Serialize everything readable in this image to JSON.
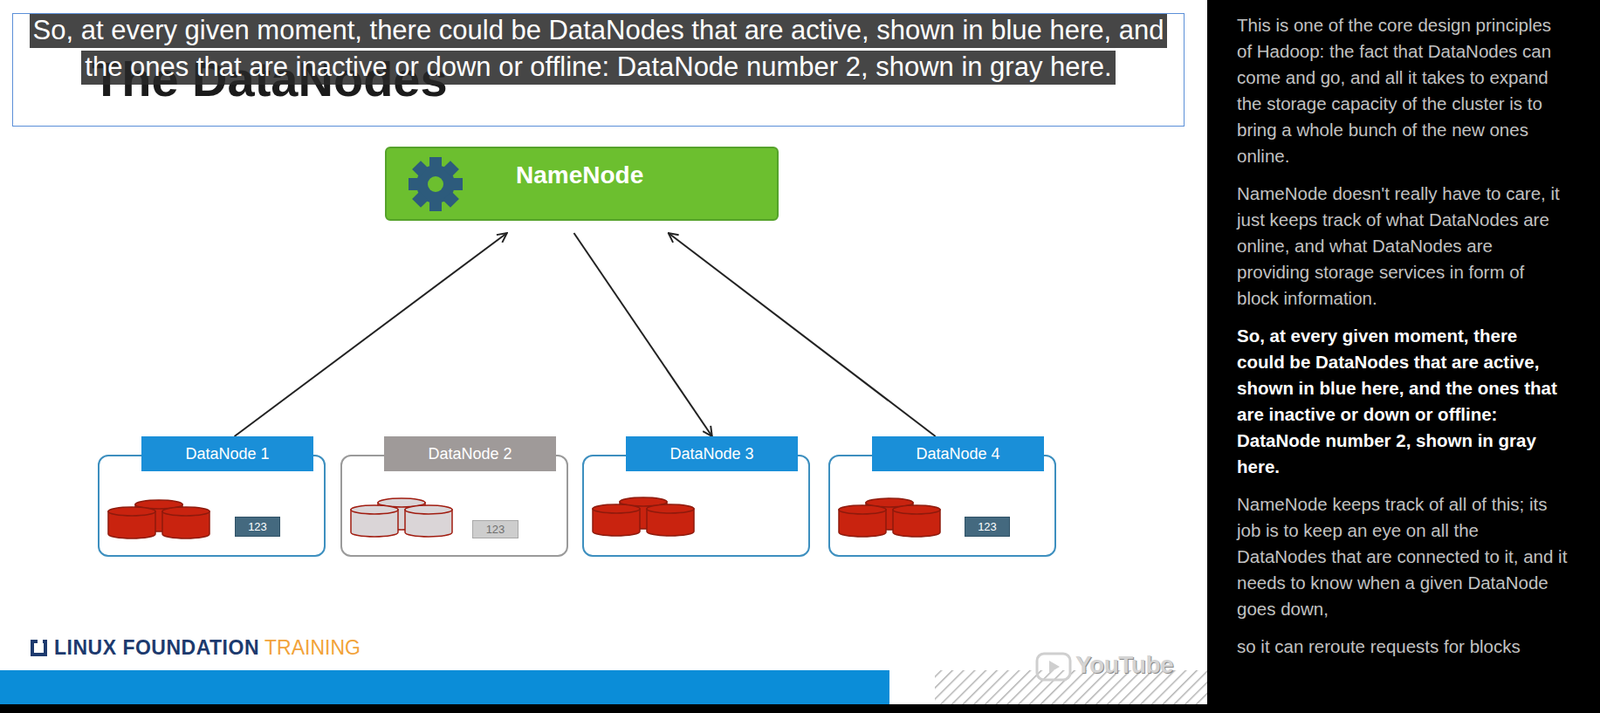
{
  "diagram": {
    "title": "The DataNodes",
    "caption": "So, at every given moment, there could be DataNodes that are active, shown in blue here, and the ones that are inactive or down or offline: DataNode number 2, shown in gray here.",
    "nodes": [
      {
        "text": [
          "NameNode"
        ]
      },
      {
        "text": [
          "DataNode 1"
        ]
      },
      {
        "text": [
          "123"
        ],
        "in": 1
      },
      {
        "text": [
          "DataNode 2"
        ]
      },
      {
        "text": [
          "123"
        ],
        "in": 3
      },
      {
        "text": [
          "DataNode 3"
        ]
      },
      {
        "text": [
          "DataNode 4"
        ]
      },
      {
        "text": [
          "123"
        ],
        "in": 6
      }
    ],
    "edges": [
      {
        "from": 1,
        "to": 0,
        "arrow": "to"
      },
      {
        "from": 0,
        "to": 5,
        "arrow": "to"
      },
      {
        "from": 6,
        "to": 0,
        "arrow": "to"
      }
    ],
    "labels": [
      "This is one of the core design principles of Hadoop: the fact that DataNodes can come and go, and all it takes to expand the storage capacity of the cluster is to bring a whole bunch of the new ones online.",
      "NameNode doesn't really have to care, it just keeps track of what DataNodes are online, and what DataNodes are providing storage services in form of block information.",
      "So, at every given moment, there could be DataNodes that are active, shown in blue here, and the ones that are inactive or down or offline: DataNode number 2, shown in gray here.",
      "NameNode keeps track of all of this; its job is to keep an eye on all the DataNodes that are connected to it, and it needs to know when a given DataNode goes down,",
      "so it can reroute requests for blocks",
      "LINUX FOUNDATION",
      "TRAINING",
      "YouTube"
    ]
  }
}
